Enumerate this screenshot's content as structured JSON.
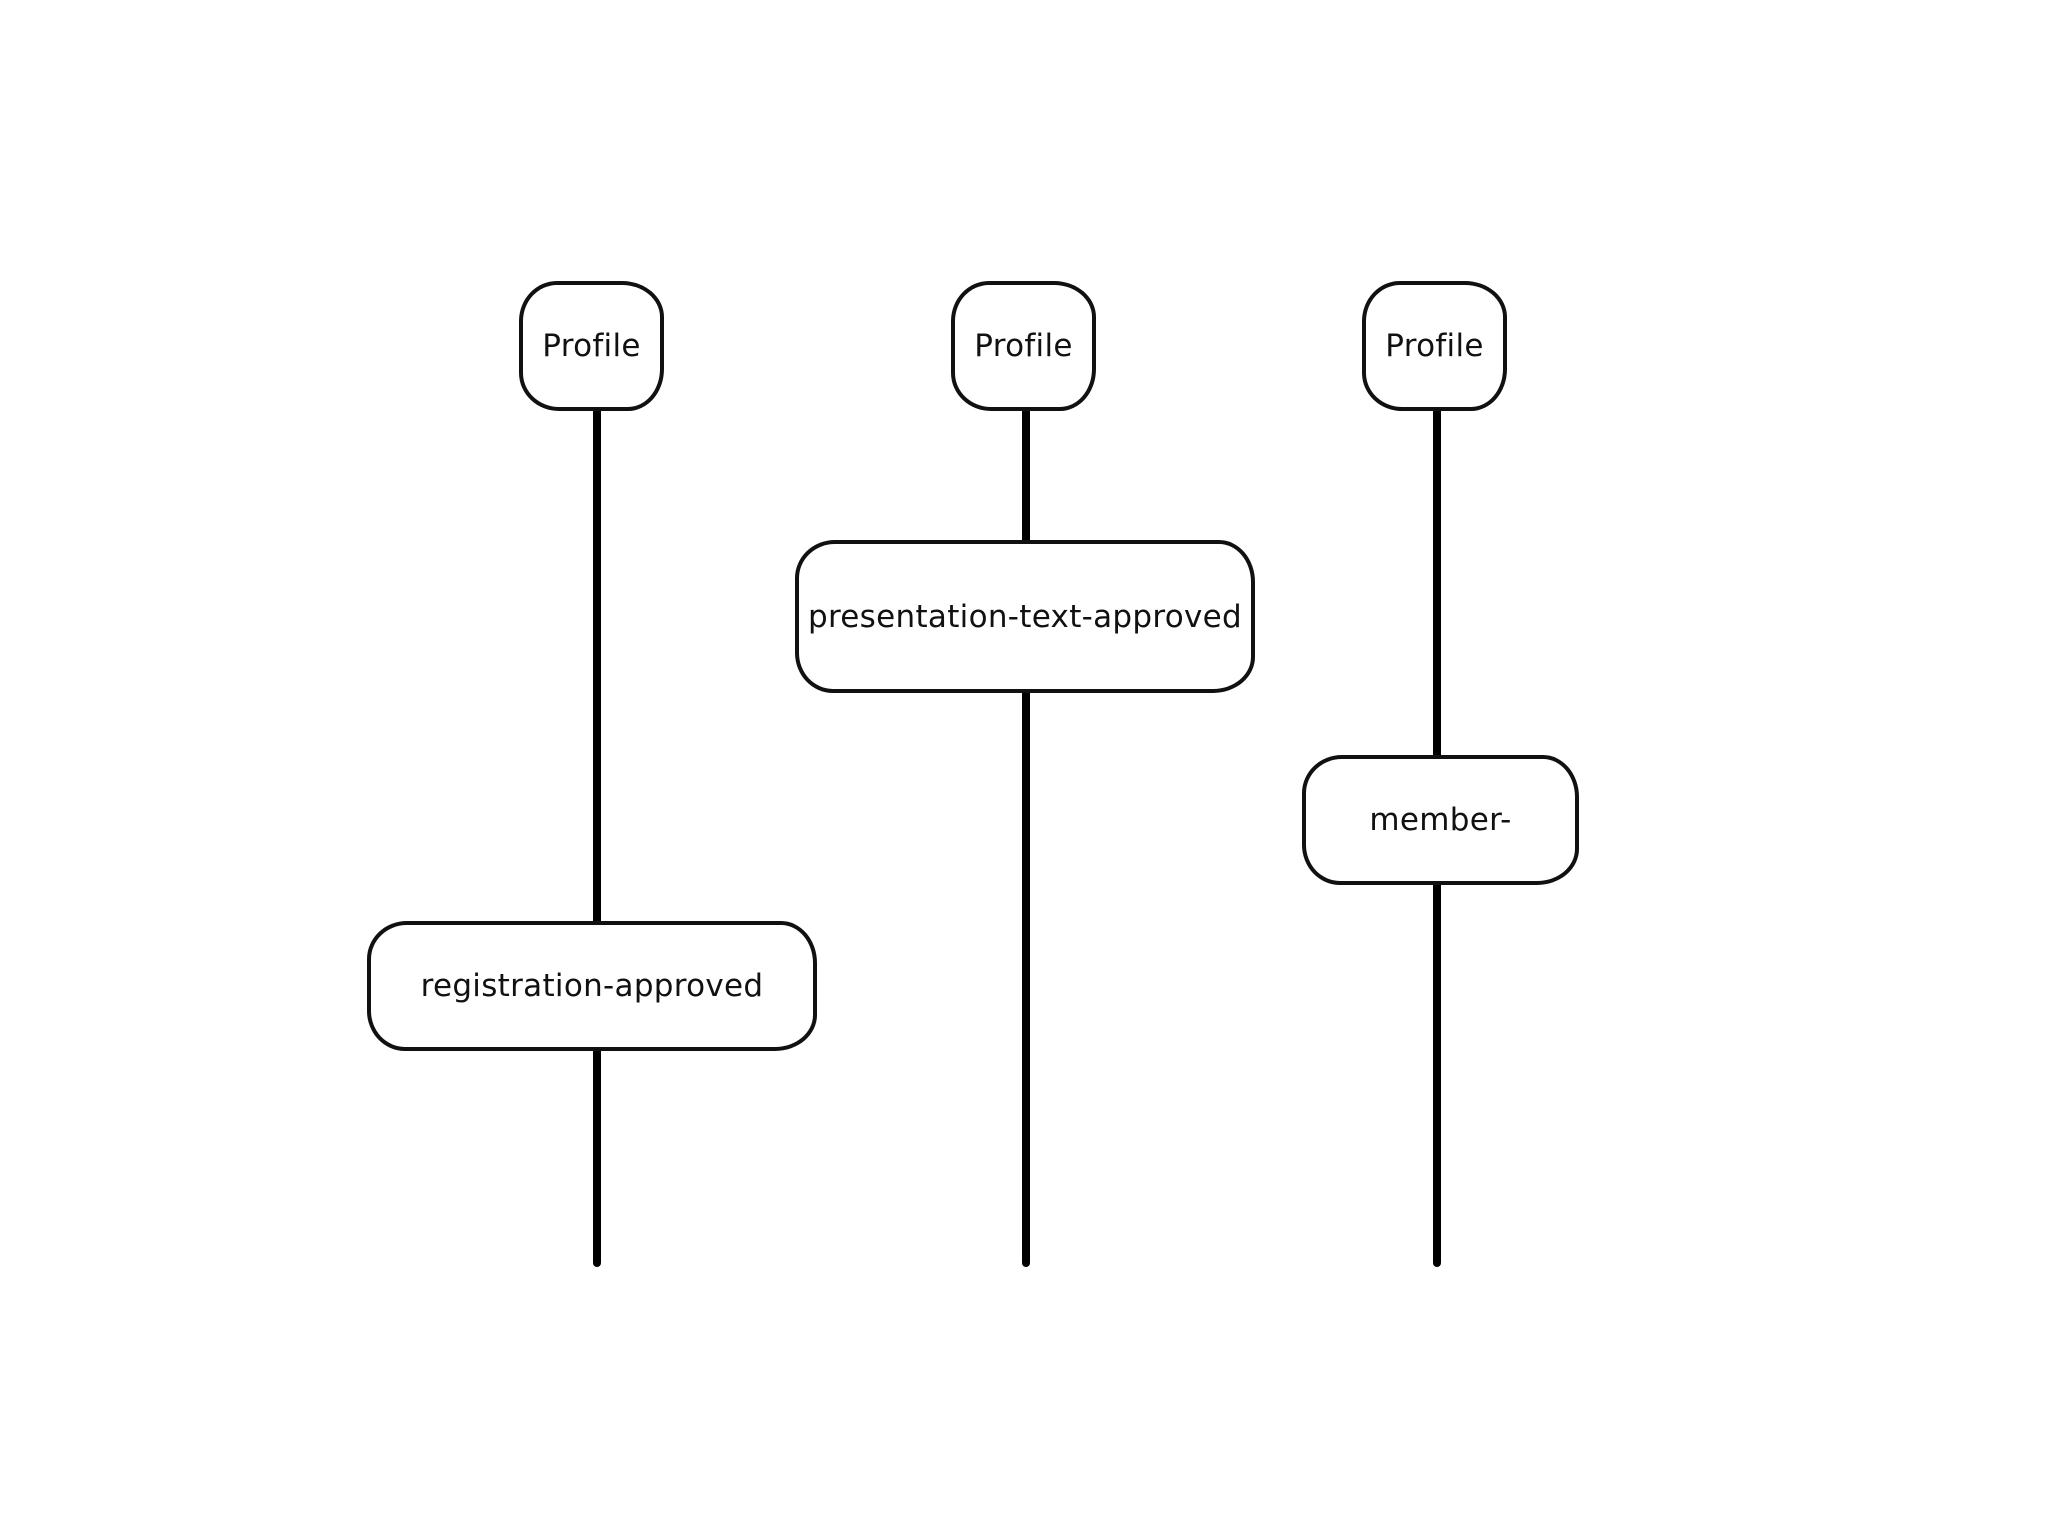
{
  "lifelines": [
    {
      "header": "Profile",
      "state": "registration-approved"
    },
    {
      "header": "Profile",
      "state": "presentation-text-approved"
    },
    {
      "header": "Profile",
      "state": "member-"
    }
  ]
}
